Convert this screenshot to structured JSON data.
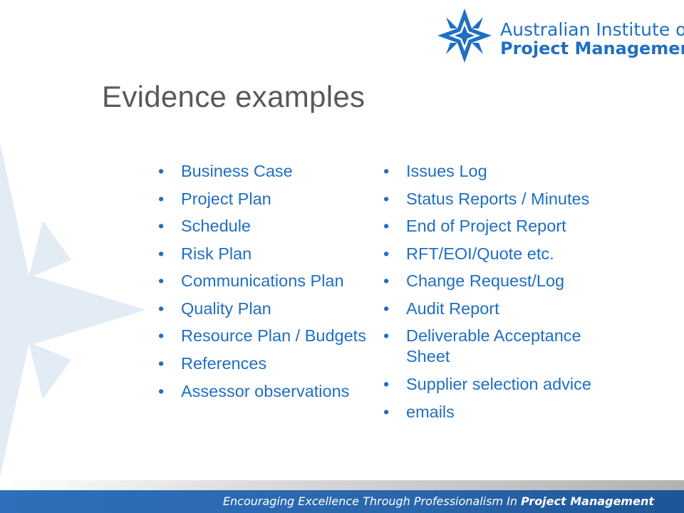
{
  "logo": {
    "line1": "Australian Institute of",
    "line2": "Project Management"
  },
  "slide": {
    "title": "Evidence examples"
  },
  "bullet_glyph": "•",
  "left_column": [
    "Business Case",
    "Project Plan",
    "Schedule",
    "Risk Plan",
    "Communications Plan",
    "Quality Plan",
    "Resource Plan / Budgets",
    "References",
    "Assessor observations"
  ],
  "right_column": [
    "Issues Log",
    "Status Reports / Minutes",
    "End of Project Report",
    "RFT/EOI/Quote etc.",
    "Change Request/Log",
    "Audit Report",
    "Deliverable Acceptance Sheet",
    "Supplier selection advice",
    "emails"
  ],
  "footer": {
    "tagline_regular": "Encouraging Excellence Through Professionalism In ",
    "tagline_bold": "Project Management"
  },
  "colors": {
    "accent_blue": "#1F6FC2",
    "title_gray": "#595959",
    "watermark": "#E3EBF5"
  }
}
